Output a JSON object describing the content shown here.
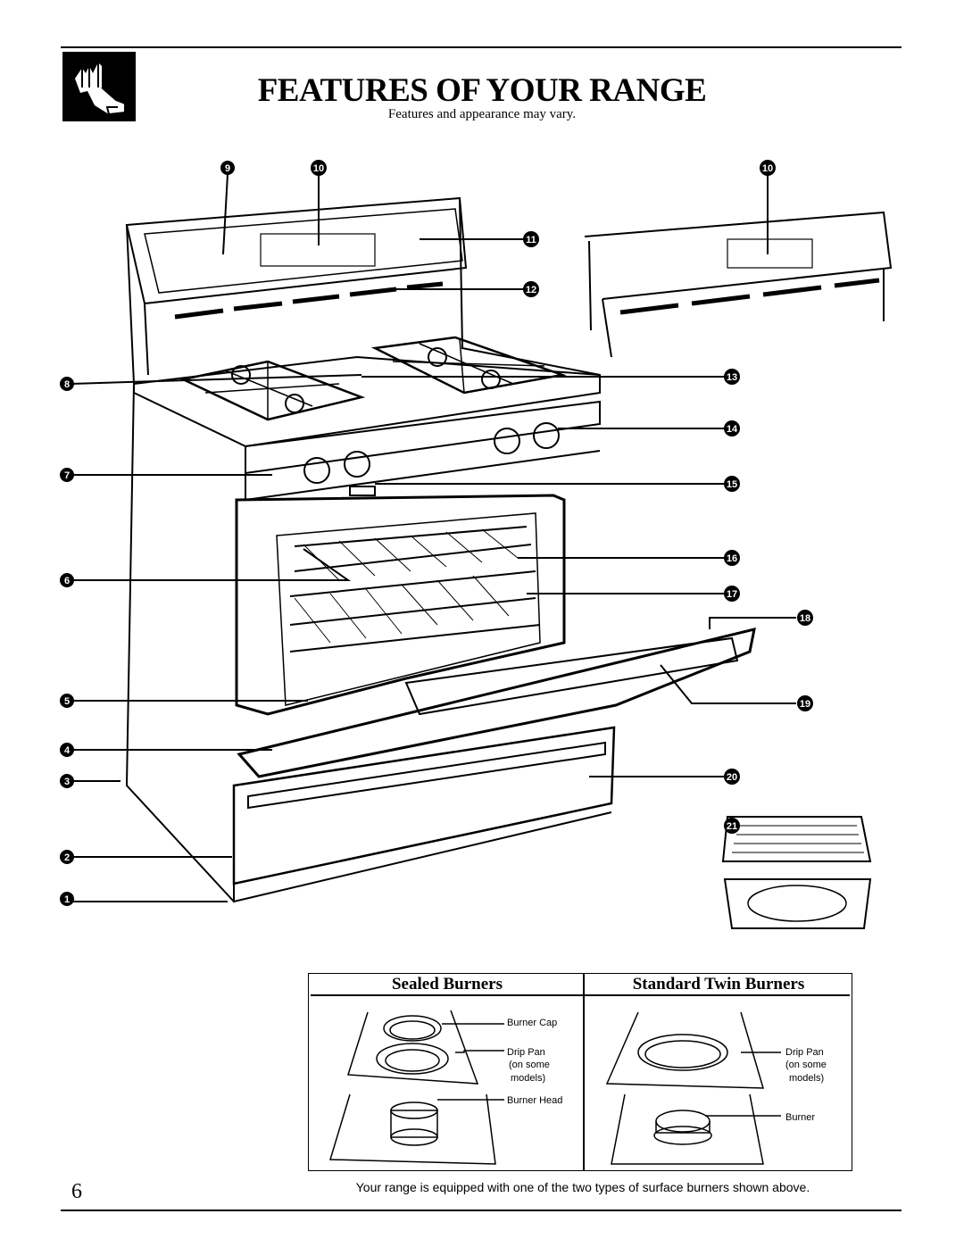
{
  "header": {
    "title": "FEATURES OF YOUR RANGE",
    "subtitle": "Features and appearance may vary."
  },
  "callouts": [
    "1",
    "2",
    "3",
    "4",
    "5",
    "6",
    "7",
    "8",
    "9",
    "10",
    "10",
    "11",
    "12",
    "13",
    "14",
    "15",
    "16",
    "17",
    "18",
    "19",
    "20",
    "21"
  ],
  "burner_types": {
    "sealed": {
      "heading": "Sealed Burners",
      "labels": {
        "cap": "Burner Cap",
        "drip_pan": [
          "Drip Pan",
          "(on some",
          "models)"
        ],
        "head": "Burner Head"
      }
    },
    "standard": {
      "heading": "Standard Twin Burners",
      "labels": {
        "drip_pan": [
          "Drip Pan",
          "(on some",
          "models)"
        ],
        "burner": "Burner"
      }
    }
  },
  "footnote": "Your range is equipped with one of the two types of surface burners shown above.",
  "page_number": "6"
}
